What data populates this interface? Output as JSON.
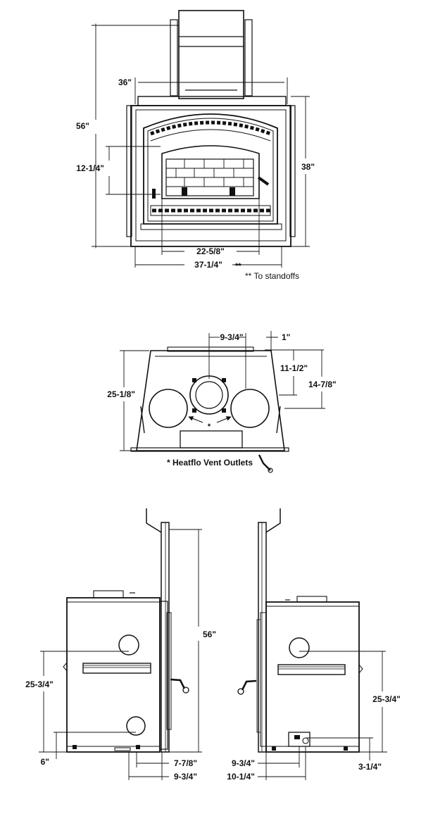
{
  "front_view": {
    "height_overall": "56\"",
    "width_top": "36\"",
    "height_body": "38\"",
    "opening_height": "12-1/4\"",
    "opening_width": "22-5/8\"",
    "width_overall": "37-1/4\"",
    "width_overall_mark": "**",
    "standoff_note": "** To standoffs"
  },
  "top_view": {
    "flue_offset": "9-3/4\"",
    "flue_collar": "1\"",
    "flue_to_back": "11-1/2\"",
    "depth_to_flue": "14-7/8\"",
    "overall_depth": "25-1/8\"",
    "outlet_mark": "*",
    "outlet_note": "* Heatflo Vent Outlets"
  },
  "left_side_view": {
    "height_overall": "56\"",
    "vent_height": "25-3/4\"",
    "lower_height": "6\"",
    "depth_a": "7-7/8\"",
    "depth_b": "9-3/4\""
  },
  "right_side_view": {
    "vent_height": "25-3/4\"",
    "lower_height": "3-1/4\"",
    "depth_a": "9-3/4\"",
    "depth_b": "10-1/4\""
  }
}
